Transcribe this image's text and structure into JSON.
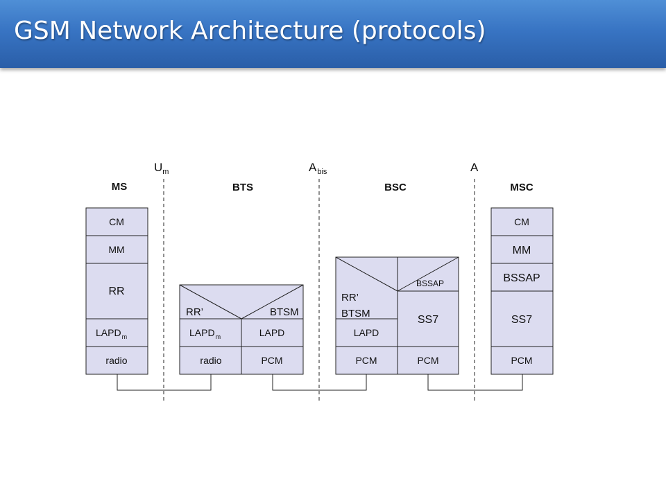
{
  "title": "GSM Network Architecture (protocols)",
  "colors": {
    "layer_fill": "#dcdcf0",
    "title_bar": "#3874c3"
  },
  "interfaces": [
    {
      "main": "U",
      "sub": "m"
    },
    {
      "main": "A",
      "sub": "bis"
    },
    {
      "main": "A",
      "sub": ""
    }
  ],
  "nodes": {
    "ms": "MS",
    "bts": "BTS",
    "bsc": "BSC",
    "msc": "MSC"
  },
  "ms_stack": {
    "cm": "CM",
    "mm": "MM",
    "rr": "RR",
    "lapd_main": "LAPD",
    "lapd_sub": "m",
    "radio": "radio"
  },
  "bts_stack": {
    "rr": "RR’",
    "btsm": "BTSM",
    "lapd_m_main": "LAPD",
    "lapd_m_sub": "m",
    "lapd": "LAPD",
    "radio": "radio",
    "pcm": "PCM"
  },
  "bsc_stack": {
    "rr": "RR’",
    "btsm": "BTSM",
    "bssap": "BSSAP",
    "ss7": "SS7",
    "lapd": "LAPD",
    "pcm_left": "PCM",
    "pcm_right": "PCM"
  },
  "msc_stack": {
    "cm": "CM",
    "mm": "MM",
    "bssap": "BSSAP",
    "ss7": "SS7",
    "pcm": "PCM"
  }
}
